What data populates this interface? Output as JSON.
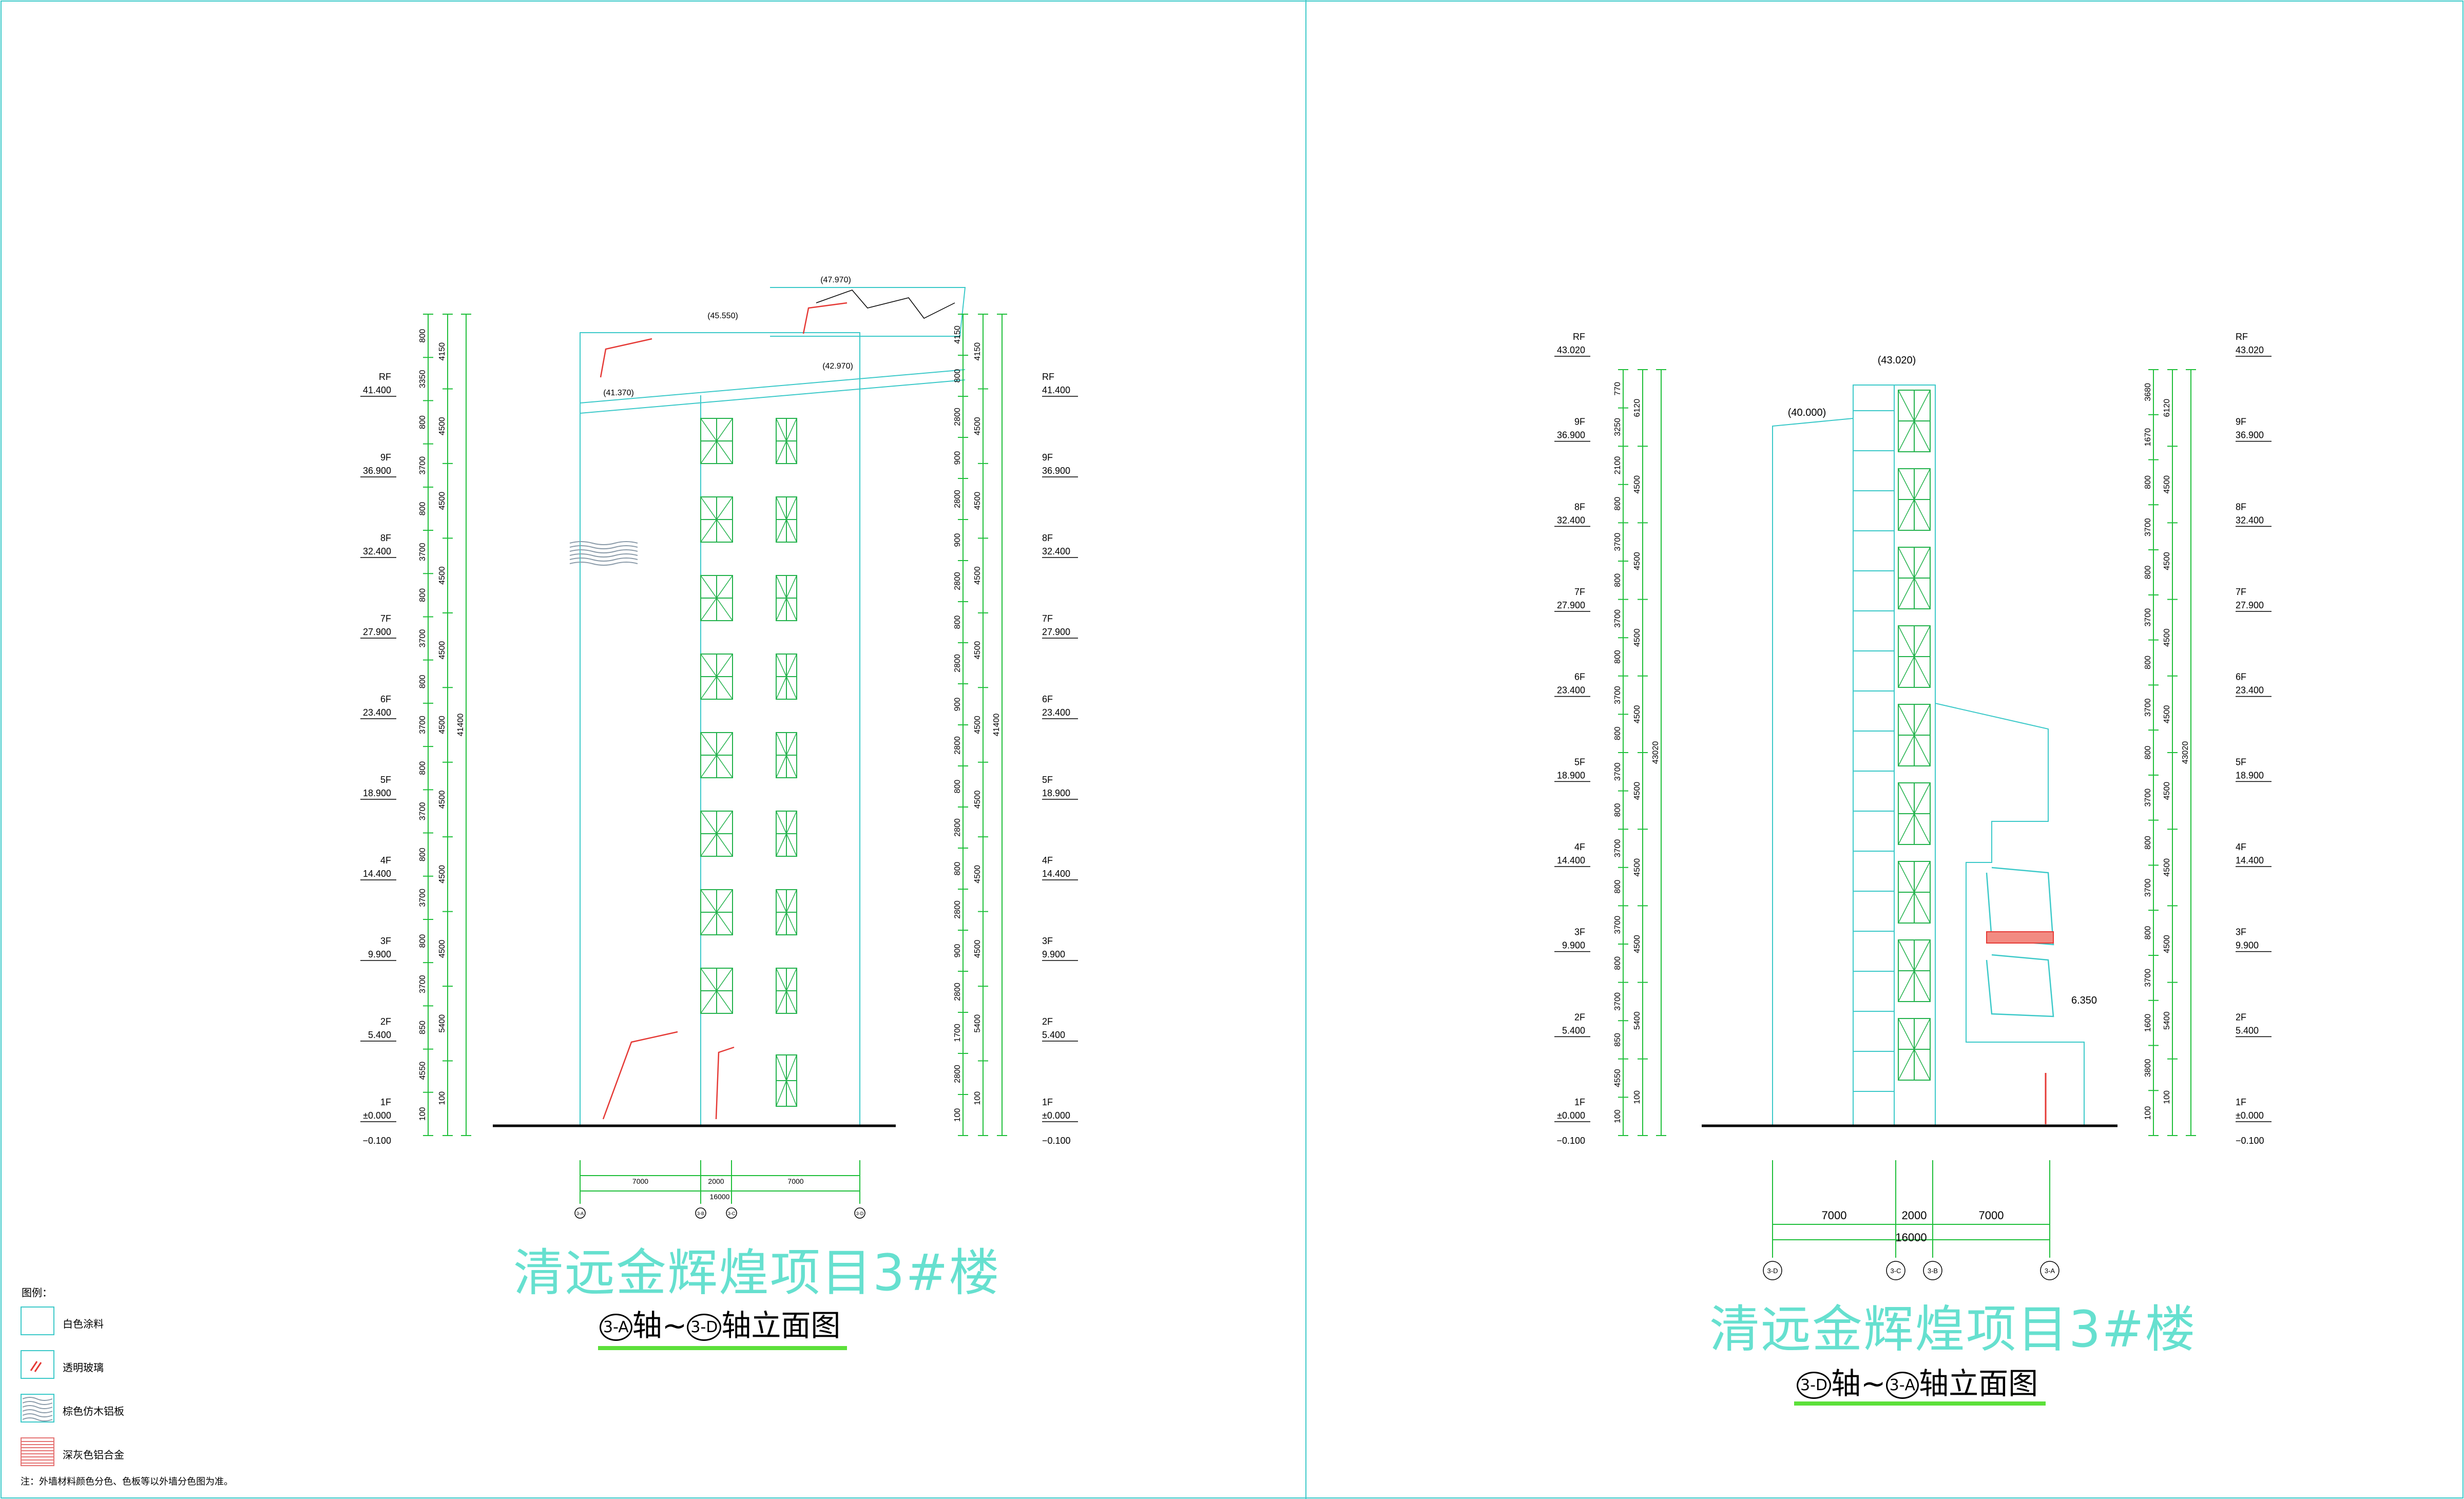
{
  "sheet": {
    "colors": {
      "outline": "#3cc9c9",
      "dim": "#1fbf3a",
      "window": "#22b24c",
      "glass": "#e53935",
      "ground": "#000000",
      "title": "#66e0cf",
      "underline": "#5ce03a"
    }
  },
  "left_drawing": {
    "title": "清远金辉煌项目3#楼",
    "subtitle": {
      "axis_from": "3-A",
      "link": "轴~",
      "axis_to": "3-D",
      "tail": "轴立面图"
    },
    "levels": [
      {
        "name": "RF",
        "elev": "41.400"
      },
      {
        "name": "9F",
        "elev": "36.900"
      },
      {
        "name": "8F",
        "elev": "32.400"
      },
      {
        "name": "7F",
        "elev": "27.900"
      },
      {
        "name": "6F",
        "elev": "23.400"
      },
      {
        "name": "5F",
        "elev": "18.900"
      },
      {
        "name": "4F",
        "elev": "14.400"
      },
      {
        "name": "3F",
        "elev": "9.900"
      },
      {
        "name": "2F",
        "elev": "5.400"
      },
      {
        "name": "1F",
        "elev": "±0.000"
      }
    ],
    "below_grade": "−0.100",
    "left_dims_inner": [
      "800",
      "3350",
      "800",
      "3700",
      "800",
      "3700",
      "800",
      "3700",
      "800",
      "3700",
      "800",
      "3700",
      "800",
      "3700",
      "800",
      "3700",
      "850",
      "4550",
      "100"
    ],
    "left_dims_mid": [
      "4150",
      "4500",
      "4500",
      "4500",
      "4500",
      "4500",
      "4500",
      "4500",
      "4500",
      "5400",
      "100"
    ],
    "left_dims_total": "41400",
    "right_dims_inner": [
      "4150",
      "800",
      "2800",
      "900",
      "2800",
      "900",
      "2800",
      "800",
      "2800",
      "900",
      "2800",
      "800",
      "2800",
      "800",
      "2800",
      "900",
      "2800",
      "1700",
      "2800",
      "100"
    ],
    "right_dims_mid": [
      "4150",
      "4500",
      "4500",
      "4500",
      "4500",
      "4500",
      "4500",
      "4500",
      "4500",
      "5400",
      "100"
    ],
    "right_dims_total": "41400",
    "top_elevations": [
      "(47.970)",
      "(45.550)",
      "(42.970)",
      "(41.370)"
    ],
    "bottom_dims": [
      "7000",
      "2000",
      "7000"
    ],
    "bottom_total": "16000",
    "axes": [
      "3-A",
      "3-B",
      "3-C",
      "3-D"
    ]
  },
  "right_drawing": {
    "title": "清远金辉煌项目3#楼",
    "subtitle": {
      "axis_from": "3-D",
      "link": "轴~",
      "axis_to": "3-A",
      "tail": "轴立面图"
    },
    "levels": [
      {
        "name": "RF",
        "elev": "43.020"
      },
      {
        "name": "9F",
        "elev": "36.900"
      },
      {
        "name": "8F",
        "elev": "32.400"
      },
      {
        "name": "7F",
        "elev": "27.900"
      },
      {
        "name": "6F",
        "elev": "23.400"
      },
      {
        "name": "5F",
        "elev": "18.900"
      },
      {
        "name": "4F",
        "elev": "14.400"
      },
      {
        "name": "3F",
        "elev": "9.900"
      },
      {
        "name": "2F",
        "elev": "5.400"
      },
      {
        "name": "1F",
        "elev": "±0.000"
      }
    ],
    "below_grade": "−0.100",
    "left_dims_inner": [
      "770",
      "3250",
      "2100",
      "800",
      "3700",
      "800",
      "3700",
      "800",
      "3700",
      "800",
      "3700",
      "800",
      "3700",
      "800",
      "3700",
      "800",
      "3700",
      "850",
      "4550",
      "100"
    ],
    "left_dims_mid": [
      "6120",
      "4500",
      "4500",
      "4500",
      "4500",
      "4500",
      "4500",
      "4500",
      "5400",
      "100"
    ],
    "left_dims_total": "43020",
    "right_dims_inner": [
      "3680",
      "1670",
      "800",
      "3700",
      "800",
      "3700",
      "800",
      "3700",
      "800",
      "3700",
      "800",
      "3700",
      "800",
      "3700",
      "1600",
      "3800",
      "100"
    ],
    "right_dims_mid": [
      "6120",
      "4500",
      "4500",
      "4500",
      "4500",
      "4500",
      "4500",
      "4500",
      "5400",
      "100"
    ],
    "right_dims_total": "43020",
    "top_elevations": [
      "(43.020)",
      "(40.000)"
    ],
    "side_note": "6.350",
    "bottom_dims": [
      "7000",
      "2000",
      "7000"
    ],
    "bottom_total": "16000",
    "axes": [
      "3-D",
      "3-C",
      "3-B",
      "3-A"
    ]
  },
  "legend": {
    "heading": "图例：",
    "items": [
      {
        "label": "白色涂料",
        "icon": "blank-swatch-icon"
      },
      {
        "label": "透明玻璃",
        "icon": "glass-swatch-icon"
      },
      {
        "label": "棕色仿木铝板",
        "icon": "wood-grain-swatch-icon"
      },
      {
        "label": "深灰色铝合金",
        "icon": "aluminium-swatch-icon"
      }
    ],
    "note": "注：外墙材料颜色分色、色板等以外墙分色图为准。"
  }
}
